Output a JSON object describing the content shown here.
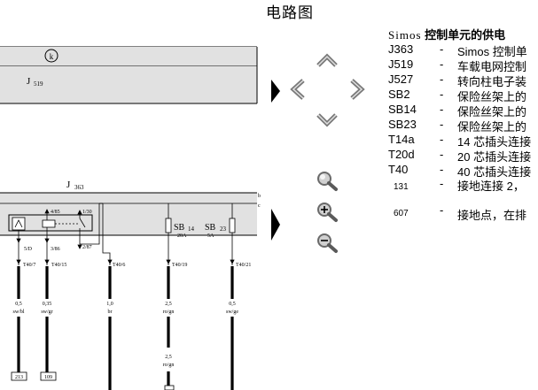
{
  "page": {
    "title": "电路图"
  },
  "diagram": {
    "top_box_symbol": "k",
    "top_box_label": "J",
    "top_box_sub": "519",
    "mid_label": "J",
    "mid_label_sub": "363",
    "bus_b": "b",
    "bus_c": "c",
    "pins": {
      "p485": "4/85",
      "p130": "1/30",
      "p5d": "5/D",
      "p386": "3/86",
      "p287": "2/87"
    },
    "fuse1": {
      "name": "SB",
      "num": "14",
      "rating": "20A"
    },
    "fuse2": {
      "name": "SB",
      "num": "23",
      "rating": "5A"
    },
    "connectors": [
      "T40/7",
      "T40/15",
      "T40/6",
      "T40/19",
      "T40/21"
    ],
    "wires": [
      {
        "size": "0,5",
        "color": "sw/bl"
      },
      {
        "size": "0,35",
        "color": "sw/gr"
      },
      {
        "size": "1,0",
        "color": "br"
      },
      {
        "size": "2,5",
        "color": "ro/gn"
      },
      {
        "size": "0,5",
        "color": "sw/ge"
      }
    ],
    "wire_lower": {
      "size": "2,5",
      "color": "ro/gn"
    },
    "bottom_refs": [
      "213",
      "109"
    ]
  },
  "legend": {
    "title_prefix": "Simos",
    "title_main": "控制单元的供电",
    "rows": [
      {
        "code": "J363",
        "desc": "Simos 控制单"
      },
      {
        "code": "J519",
        "desc": "车载电网控制"
      },
      {
        "code": "J527",
        "desc": "转向柱电子装"
      },
      {
        "code": "SB2",
        "desc": "保险丝架上的"
      },
      {
        "code": "SB14",
        "desc": "保险丝架上的"
      },
      {
        "code": "SB23",
        "desc": "保险丝架上的"
      },
      {
        "code": "T14a",
        "desc": "14 芯插头连接"
      },
      {
        "code": "T20d",
        "desc": "20 芯插头连接"
      },
      {
        "code": "T40",
        "desc": "40 芯插头连接"
      },
      {
        "code": "131",
        "desc": "接地连接 2，"
      },
      {
        "code": "607",
        "desc": "接地点，在排"
      }
    ]
  },
  "nav": {
    "up": "chevron-up-icon",
    "left": "chevron-left-icon",
    "right": "chevron-right-icon",
    "down": "chevron-down-icon",
    "zoom": "magnifier-icon",
    "zoom_in": "zoom-in-icon",
    "zoom_out": "zoom-out-icon",
    "side_arrow": "triangle-right-icon"
  }
}
